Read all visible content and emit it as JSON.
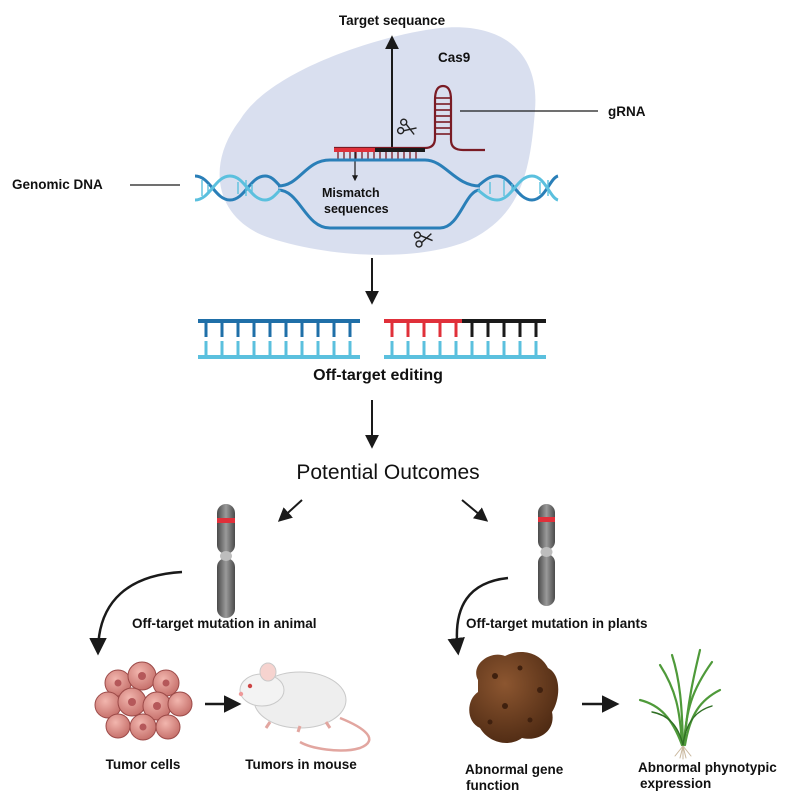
{
  "labels": {
    "target_sequence": "Target sequance",
    "cas9": "Cas9",
    "grna": "gRNA",
    "genomic_dna": "Genomic DNA",
    "mismatch_line1": "Mismatch",
    "mismatch_line2": "sequences",
    "off_target_editing": "Off-target editing",
    "potential_outcomes": "Potential Outcomes",
    "mutation_animal": "Off-target mutation in animal",
    "mutation_plants": "Off-target mutation in plants",
    "tumor_cells": "Tumor cells",
    "tumors_mouse": "Tumors in mouse",
    "abnormal_gene_line1": "Abnormal gene",
    "abnormal_gene_line2": "function",
    "abnormal_pheno_line1": "Abnormal phynotypic",
    "abnormal_pheno_line2": "expression"
  },
  "colors": {
    "cas9_fill": "#d5dced",
    "dna_blue": "#2a7fb8",
    "dna_light": "#5bc0de",
    "grna": "#7a1b24",
    "mismatch_red": "#e0303a",
    "arrow": "#1a1a1a",
    "tumor": "#d98b86",
    "soil": "#6b3b1e",
    "plant": "#4f9a3a"
  },
  "icons": [
    "scissors-icon",
    "chromosome-icon",
    "mouse-illustration",
    "tumor-cells-illustration",
    "gene-blob-illustration",
    "plant-illustration"
  ]
}
